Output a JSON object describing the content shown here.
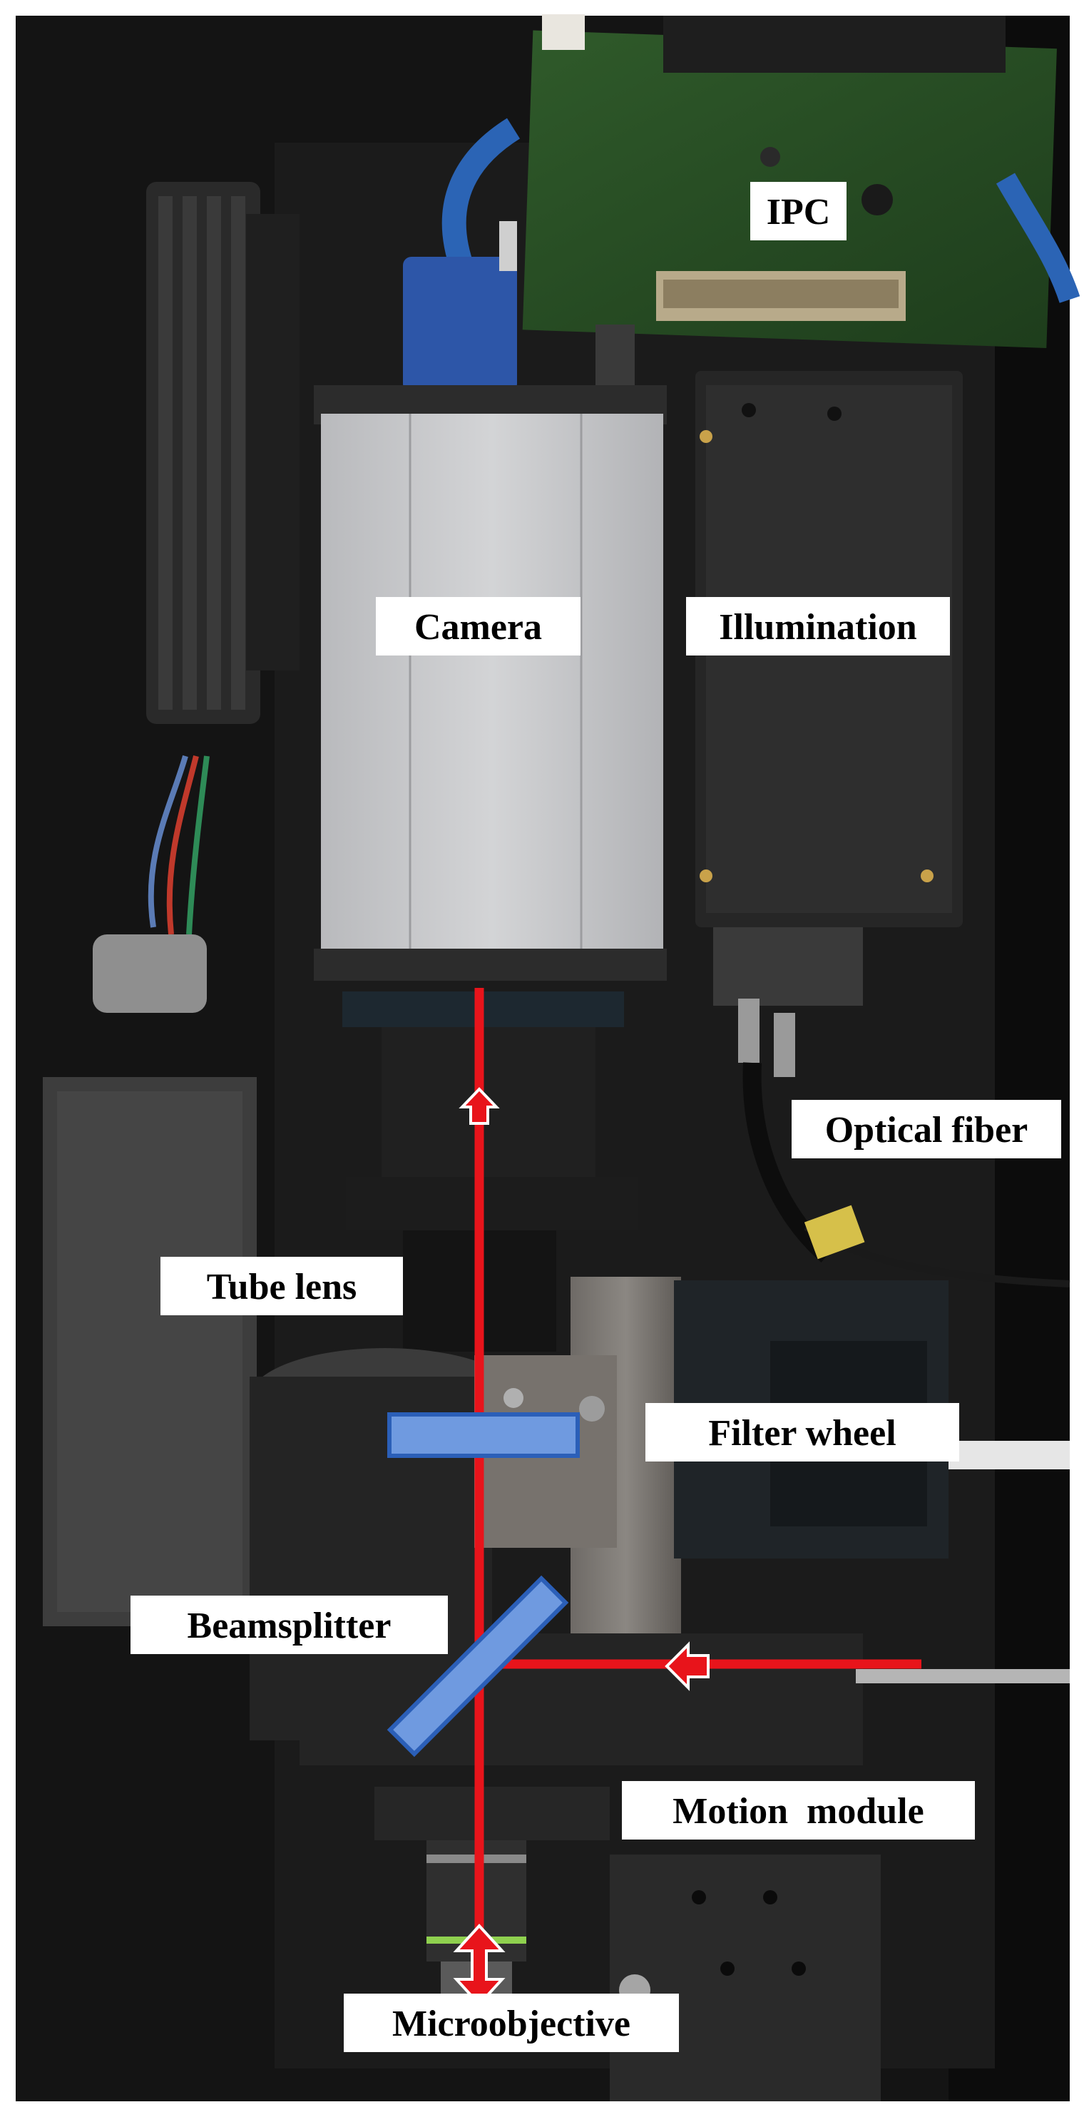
{
  "labels": {
    "ipc": "IPC",
    "camera": "Camera",
    "illumination": "Illumination",
    "optical_fiber": "Optical fiber",
    "tube_lens": "Tube lens",
    "filter_wheel": "Filter wheel",
    "beamsplitter": "Beamsplitter",
    "motion_module": "Motion  module",
    "microobjective": "Microobjective"
  },
  "colors": {
    "optical_path": "#e8141b",
    "optical_element": "#6f9ae0",
    "label_background": "#ffffff",
    "label_text": "#000000"
  }
}
